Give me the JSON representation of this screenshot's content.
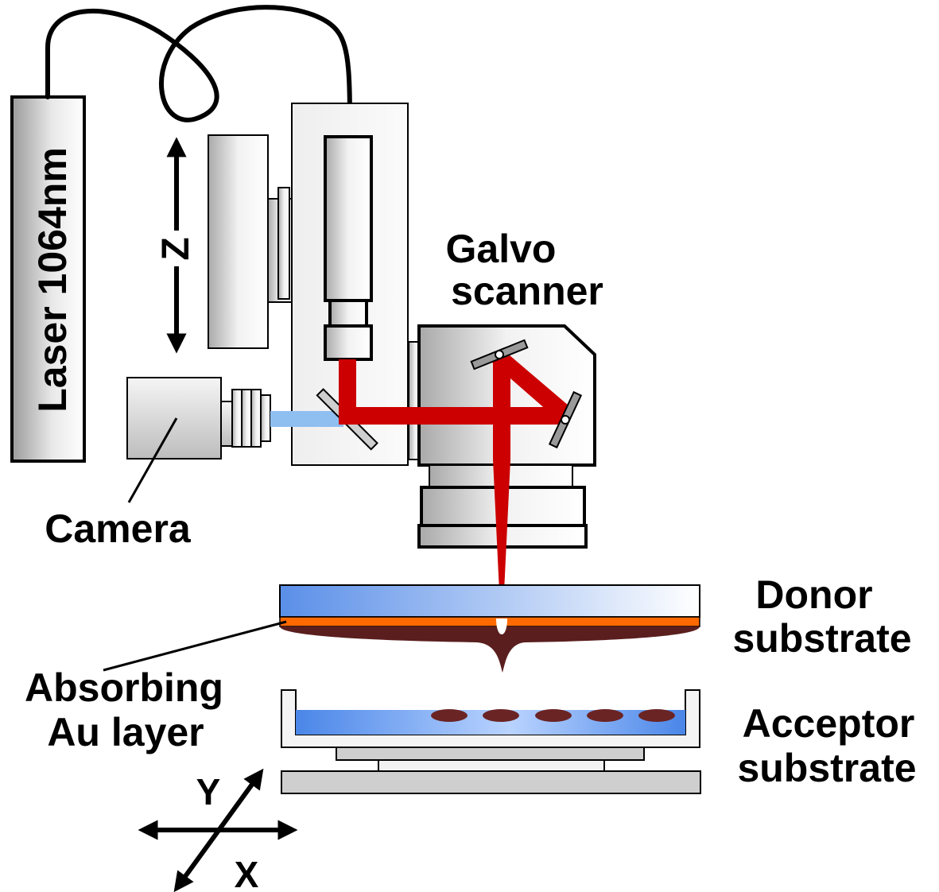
{
  "labels": {
    "laser": "Laser 1064nm",
    "z_axis": "Z",
    "galvo_line1": "Galvo",
    "galvo_line2": "scanner",
    "camera": "Camera",
    "donor_line1": "Donor",
    "donor_line2": "substrate",
    "absorbing_line1": "Absorbing",
    "absorbing_line2": "Au layer",
    "acceptor_line1": "Acceptor",
    "acceptor_line2": "substrate",
    "y_axis": "Y",
    "x_axis": "X"
  },
  "colors": {
    "laser_beam": "#cc0000",
    "camera_beam": "#8fbff0",
    "donor_glass_start": "#5a8fe8",
    "donor_glass_end": "#ffffff",
    "au_layer": "#ff6a00",
    "ink": "#5a1e1e",
    "acceptor_fluid": "#4a86e8",
    "droplet": "#6b2424",
    "component_fill": "#d6d6d6",
    "outline": "#000000"
  }
}
